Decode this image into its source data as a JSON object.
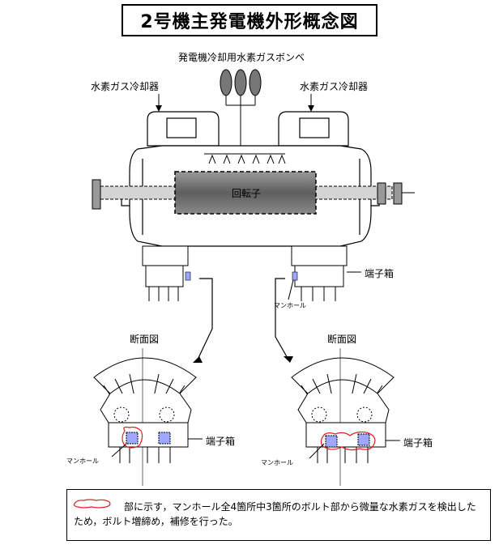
{
  "title": "2号機主発電機外形概念図",
  "labels": {
    "cylinders": "発電機冷却用水素ガスボンベ",
    "cooler_left": "水素ガス冷却器",
    "cooler_right": "水素ガス冷却器",
    "rotor": "回転子",
    "terminal_box_top": "端子箱",
    "manhole_top": "マンホール",
    "section_left": "断面図",
    "section_right": "断面図",
    "terminal_box_left": "端子箱",
    "terminal_box_right": "端子箱",
    "manhole_left": "マンホール",
    "manhole_right": "マンホール"
  },
  "note": "部に示す，マンホール全4箇所中3箇所のボルト部から微量な水素ガスを検出したため，ボルト増締め，補修を行った。",
  "colors": {
    "highlight": "#e02020",
    "manhole_fill": "#9fa8ff",
    "rotor_fill": "#777777",
    "cylinder_fill": "#777777"
  }
}
